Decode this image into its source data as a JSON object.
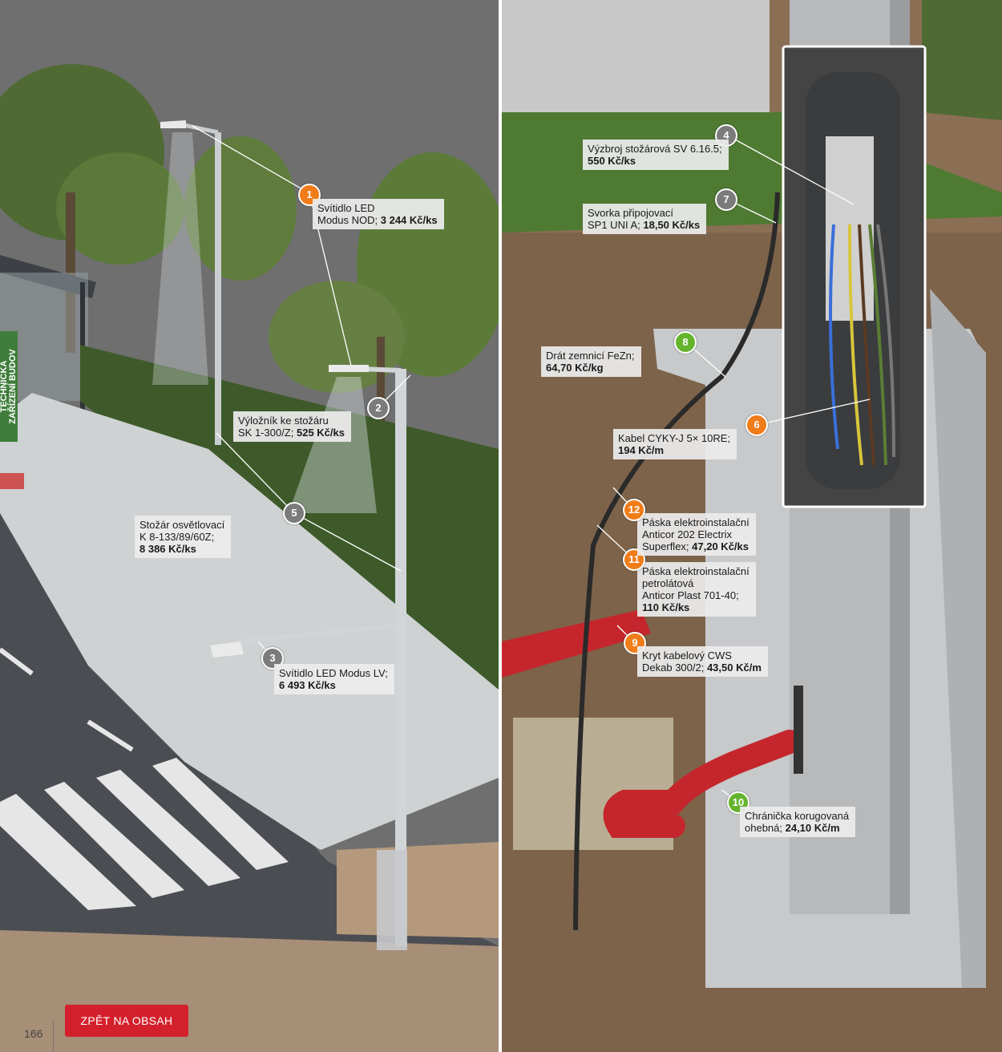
{
  "side_tab": {
    "line1": "TECHNICKÁ",
    "line2": "ZAŘÍZENÍ BUDOV"
  },
  "page_number": "166",
  "back_button": "ZPĚT NA OBSAH",
  "items": [
    {
      "num": "1",
      "color": "#f07d19",
      "l1": "Svítidlo LED",
      "l2a": "Modus NOD; ",
      "l2b": "3 244 Kč/ks"
    },
    {
      "num": "2",
      "color": "#7b7b7b",
      "l1": "Výložník ke stožáru",
      "l2a": "SK 1-300/Z; ",
      "l2b": "525 Kč/ks"
    },
    {
      "num": "3",
      "color": "#7b7b7b",
      "l1": "Svítidlo LED Modus LV;",
      "l2a": "",
      "l2b": "6 493 Kč/ks"
    },
    {
      "num": "4",
      "color": "#7b7b7b",
      "l1": "Výzbroj stožárová SV 6.16.5;",
      "l2a": "",
      "l2b": "550 Kč/ks"
    },
    {
      "num": "5",
      "color": "#7b7b7b",
      "l1": "Stožár osvětlovací",
      "l2": "K 8-133/89/60Z;",
      "l3b": "8 386 Kč/ks"
    },
    {
      "num": "6",
      "color": "#f07d19",
      "l1": "Kabel CYKY-J 5× 10RE;",
      "l2a": "",
      "l2b": "194 Kč/m"
    },
    {
      "num": "7",
      "color": "#7b7b7b",
      "l1": "Svorka připojovací",
      "l2a": "SP1 UNI A; ",
      "l2b": "18,50 Kč/ks"
    },
    {
      "num": "8",
      "color": "#64b42d",
      "l1": "Drát zemnicí FeZn;",
      "l2a": "",
      "l2b": "64,70 Kč/kg"
    },
    {
      "num": "9",
      "color": "#f07d19",
      "l1": "Kryt kabelový CWS",
      "l2a": "Dekab 300/2; ",
      "l2b": "43,50 Kč/m"
    },
    {
      "num": "10",
      "color": "#64b42d",
      "l1": "Chránička korugovaná",
      "l2a": "ohebná; ",
      "l2b": "24,10 Kč/m"
    },
    {
      "num": "11",
      "color": "#f07d19",
      "l1": "Páska elektroinstalační",
      "l2": "petrolátová",
      "l3": "Anticor Plast 701-40;",
      "l4b": "110 Kč/ks"
    },
    {
      "num": "12",
      "color": "#f07d19",
      "l1": "Páska elektroinstalační",
      "l2": "Anticor 202 Electrix",
      "l3a": "Superflex; ",
      "l3b": "47,20 Kč/ks"
    }
  ]
}
